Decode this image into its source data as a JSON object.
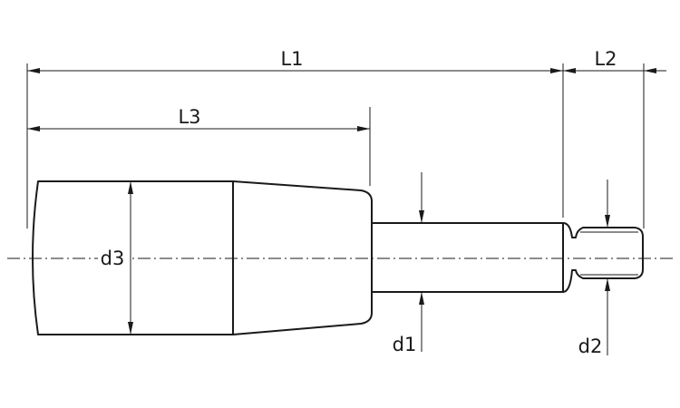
{
  "drawing": {
    "dimensions": {
      "L1": "L1",
      "L2": "L2",
      "L3": "L3",
      "d1": "d1",
      "d2": "d2",
      "d3": "d3"
    }
  }
}
